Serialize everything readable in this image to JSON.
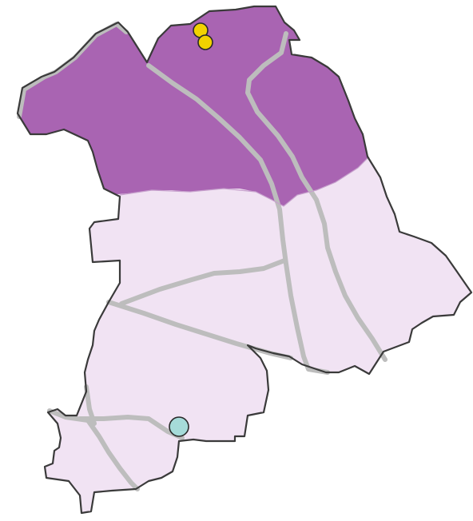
{
  "map": {
    "colors": {
      "upper_region": "#a964b2",
      "lower_region": "#f1e3f3",
      "outline": "#3a3a3a",
      "roads": "#bdbdbd"
    },
    "regions": [
      {
        "id": "upper",
        "shading": "dark-purple"
      },
      {
        "id": "lower",
        "shading": "light-purple"
      }
    ],
    "markers": [
      {
        "id": "yellow-1",
        "color": "#f2d300",
        "symbol": "circle"
      },
      {
        "id": "yellow-2",
        "color": "#f2d300",
        "symbol": "circle"
      },
      {
        "id": "teal-1",
        "color": "#a6dbd9",
        "symbol": "circle"
      }
    ]
  }
}
